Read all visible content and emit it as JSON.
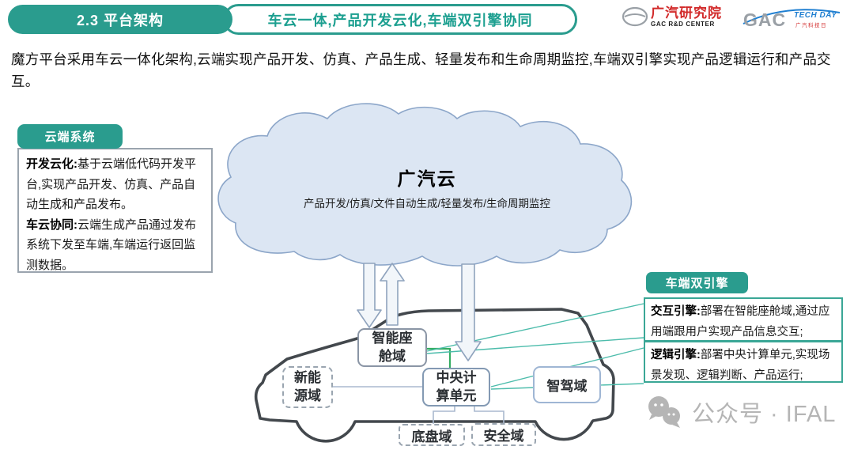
{
  "slide": {
    "section": "2.3 平台架构",
    "title": "车云一体,产品开发云化,车端双引擎协同",
    "intro": "魔方平台采用车云一体化架构,云端实现产品开发、仿真、产品生成、轻量发布和生命周期监控,车端双引擎实现产品逻辑运行和产品交互。"
  },
  "logos": {
    "rd_cn": "广汽研究院",
    "rd_en": "GAC R&D CENTER",
    "gac": "GAC",
    "techday": "TECH DAY",
    "techday_cn": "广汽科技日"
  },
  "cloud_system": {
    "badge": "云端系统",
    "items": [
      {
        "label": "开发云化:",
        "text": "基于云端低代码开发平台,实现产品开发、仿真、产品自动生成和产品发布。"
      },
      {
        "label": "车云协同:",
        "text": "云端生成产品通过发布系统下发至车端,车端运行返回监测数据。"
      }
    ]
  },
  "gac_cloud": {
    "title": "广汽云",
    "subtitle": "产品开发/仿真/文件自动生成/轻量发布/生命周期监控"
  },
  "vehicle": {
    "cockpit": "智能座舱域",
    "central": "中央计算单元",
    "ev": "新能源域",
    "adas": "智驾域",
    "chassis": "底盘域",
    "safety": "安全域"
  },
  "dual_engine": {
    "badge": "车端双引擎",
    "items": [
      {
        "label": "交互引擎:",
        "text": "部署在智能座舱域,通过应用端跟用户实现产品信息交互;"
      },
      {
        "label": "逻辑引擎:",
        "text": "部署中央计算单元,实现场景发现、逻辑判断、产品运行;"
      }
    ]
  },
  "watermark": "公众号 · IFAL",
  "colors": {
    "teal": "#2a9c8e",
    "cloud_fill": "#dce6f3",
    "cloud_border": "#8ca6c9",
    "green_line": "#34ad62",
    "teal_line": "#4cbcab",
    "car_outline": "#43484d",
    "logo_red": "#d22a2a",
    "logo_blue": "#1f7fd1",
    "watermark_gray": "#b5b5b5"
  }
}
